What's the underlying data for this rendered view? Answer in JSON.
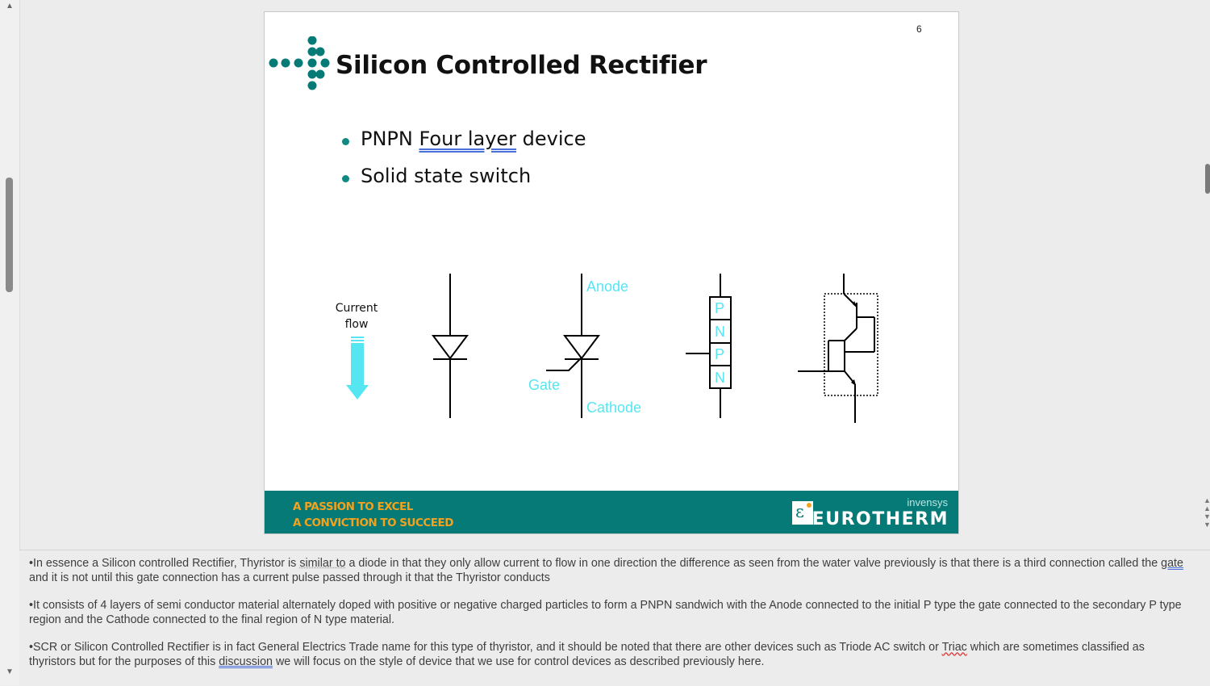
{
  "slide": {
    "number": "6",
    "title": "Silicon Controlled Rectifier",
    "bullets": {
      "b1_pre": "PNPN ",
      "b1_mid": "Four layer",
      "b1_post": " device",
      "b2": "Solid state switch"
    },
    "diagram": {
      "current_flow": "Current flow",
      "anode": "Anode",
      "gate": "Gate",
      "cathode": "Cathode",
      "layers": [
        "P",
        "N",
        "P",
        "N"
      ]
    },
    "footer": {
      "line1": "A PASSION TO EXCEL",
      "line2": "A CONVICTION TO SUCCEED",
      "brand_small": "invensys",
      "brand": "EUROTHERM"
    },
    "colors": {
      "teal": "#067a77",
      "orange": "#f3a21e",
      "cyan": "#55e6f2"
    }
  },
  "notes": {
    "p1_a": "•In essence a Silicon controlled Rectifier, Thyristor is ",
    "p1_b": "similar to",
    "p1_c": " a diode in that they only allow current to flow in one direction the difference as seen from the water valve previously is that there is a third connection called the ",
    "p1_d": "gate",
    "p1_e": " and it is not until this gate connection has a current pulse passed through it that the Thyristor conducts",
    "p2": "•It consists of 4 layers of semi conductor material alternately doped with positive or negative charged particles to form a PNPN sandwich with the Anode connected to the initial P type the gate connected to the secondary P type region and the Cathode connected to the final region of N type material.",
    "p3_a": "•SCR or Silicon Controlled Rectifier is in fact General Electrics Trade name for this type of thyristor, and it should be noted that there are other devices such as Triode AC switch or ",
    "p3_b": "Triac",
    "p3_c": " which are sometimes classified as thyristors but for the purposes of this ",
    "p3_d": "discussion",
    "p3_e": " we will focus on the style of device that we use for control devices as described previously here."
  }
}
